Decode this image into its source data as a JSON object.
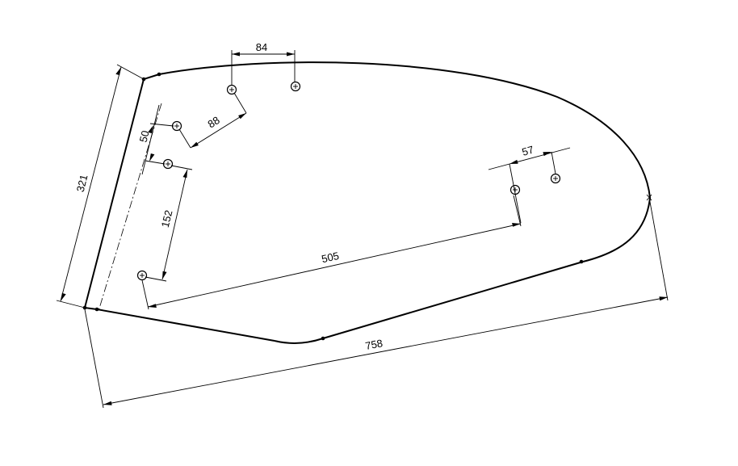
{
  "dimensions": {
    "top_hole_spacing": "84",
    "diagonal_offset": "88",
    "small_vertical": "50",
    "left_height": "321",
    "hole_vertical": "152",
    "right_hole_spacing": "57",
    "hole_span": "505",
    "overall_length": "758"
  }
}
